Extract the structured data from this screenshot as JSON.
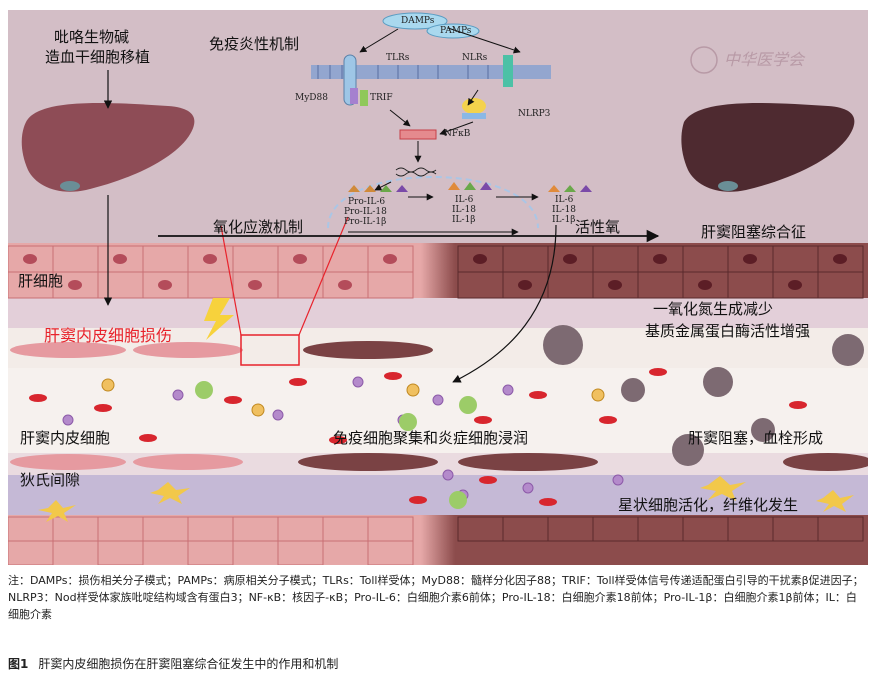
{
  "labels": {
    "pyrrolizidine": "吡咯生物碱",
    "hsct": "造血干细胞移植",
    "immune_mech": "免疫炎性机制",
    "oxidative": "氧化应激机制",
    "ros": "活性氧",
    "sos": "肝窦阻塞综合征",
    "hepatocyte": "肝细胞",
    "lsec_injury": "肝窦内皮细胞损伤",
    "no_decrease": "一氧化氮生成减少",
    "mmp_increase": "基质金属蛋白酶活性增强",
    "lsec": "肝窦内皮细胞",
    "immune_aggregation": "免疫细胞聚集和炎症细胞浸润",
    "obstruction": "肝窦阻塞，血栓形成",
    "disse": "狄氏间隙",
    "stellate": "星状细胞活化，纤维化发生"
  },
  "pathway": {
    "damps": "DAMPs",
    "pamps": "PAMPs",
    "tlrs": "TLRs",
    "nlrs": "NLRs",
    "myd88": "MyD88",
    "trif": "TRIF",
    "nlrp3": "NLRP3",
    "nfkb": "NFκB",
    "pro": [
      "Pro-IL-6",
      "Pro-IL-18",
      "Pro-IL-1β"
    ],
    "mid": [
      "IL-6",
      "IL-18",
      "IL-1β"
    ],
    "mature": [
      "IL-6",
      "IL-18",
      "IL-1β"
    ]
  },
  "watermark": "中华医学会",
  "note": "注：DAMPs：损伤相关分子模式；PAMPs：病原相关分子模式；TLRs：Toll样受体；MyD88：髓样分化因子88；TRIF：Toll样受体信号传递适配蛋白引导的干扰素β促进因子；NLRP3：Nod样受体家族吡啶结构域含有蛋白3；NF-κB：核因子-κB；Pro-IL-6：白细胞介素6前体；Pro-IL-18：白细胞介素18前体；Pro-IL-1β：白细胞介素1β前体；IL：白细胞介素",
  "caption": {
    "number": "图1",
    "text": "肝窦内皮细胞损伤在肝窦阻塞综合征发生中的作用和机制"
  },
  "colors": {
    "background": "#d3bec6",
    "accent_red": "#e8232c",
    "healthy_cell": "#e8a0a4",
    "damaged_cell": "#8a4a4a"
  }
}
